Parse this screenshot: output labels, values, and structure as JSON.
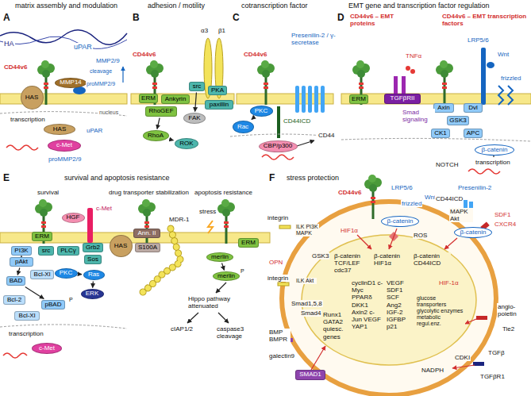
{
  "diagram": {
    "nodes": [
      {
        "text": [
          "HAS"
        ]
      },
      {
        "text": [
          "MMP14"
        ]
      },
      {
        "text": [
          "HAS"
        ]
      },
      {
        "text": [
          "c-Met"
        ]
      },
      {
        "text": [
          "ERM"
        ]
      },
      {
        "text": [
          "RhoGEF"
        ]
      },
      {
        "text": [
          "Ankyrin"
        ]
      },
      {
        "text": [
          "src"
        ]
      },
      {
        "text": [
          "FAK"
        ]
      },
      {
        "text": [
          "PKA"
        ]
      },
      {
        "text": [
          "paxillin"
        ]
      },
      {
        "text": [
          "RhoA"
        ]
      },
      {
        "text": [
          "ROK"
        ]
      },
      {
        "text": [
          "PKC"
        ]
      },
      {
        "text": [
          "Rac"
        ]
      },
      {
        "text": [
          "CBP/p300"
        ]
      },
      {
        "text": [
          "ERM"
        ]
      },
      {
        "text": [
          "TGFβRII"
        ]
      },
      {
        "text": [
          "Axin"
        ]
      },
      {
        "text": [
          "Dvl"
        ]
      },
      {
        "text": [
          "GSK3"
        ]
      },
      {
        "text": [
          "CK1"
        ]
      },
      {
        "text": [
          "APC"
        ]
      },
      {
        "text": [
          "β-catenin"
        ]
      },
      {
        "text": [
          "HGF"
        ]
      },
      {
        "text": [
          "PI3K"
        ]
      },
      {
        "text": [
          "pAkt"
        ]
      },
      {
        "text": [
          "src"
        ]
      },
      {
        "text": [
          "PLCγ"
        ]
      },
      {
        "text": [
          "Grb2"
        ]
      },
      {
        "text": [
          "Sos"
        ]
      },
      {
        "text": [
          "PKC"
        ]
      },
      {
        "text": [
          "Ras"
        ]
      },
      {
        "text": [
          "ERK"
        ]
      },
      {
        "text": [
          "BAD"
        ]
      },
      {
        "text": [
          "Bcl-Xl"
        ]
      },
      {
        "text": [
          "Bcl-2"
        ]
      },
      {
        "text": [
          "pBAD"
        ]
      },
      {
        "text": [
          "Bcl-Xl"
        ]
      },
      {
        "text": [
          "c-Met"
        ]
      },
      {
        "text": [
          "HAS"
        ]
      },
      {
        "text": [
          "Ann. II"
        ]
      },
      {
        "text": [
          "S100A"
        ]
      },
      {
        "text": [
          "ERM"
        ]
      },
      {
        "text": [
          "merlin"
        ]
      },
      {
        "text": [
          "merlin"
        ]
      },
      {
        "text": [
          "ERM"
        ]
      },
      {
        "text": [
          "β-catenin"
        ]
      },
      {
        "text": [
          "β-catenin"
        ]
      },
      {
        "text": [
          "SMAD1"
        ]
      }
    ],
    "edges": [
      {
        "from": 13,
        "to": 14,
        "arrow": "to"
      },
      {
        "from": 7,
        "to": 8,
        "arrow": "to"
      },
      {
        "from": 5,
        "to": 11,
        "arrow": "to"
      },
      {
        "from": 11,
        "to": 12,
        "arrow": "to"
      },
      {
        "from": 25,
        "to": 26,
        "arrow": "to"
      },
      {
        "from": 26,
        "to": 34,
        "arrow": "to"
      },
      {
        "from": 34,
        "to": 37,
        "arrow": "to"
      },
      {
        "from": 31,
        "to": 32,
        "arrow": "to"
      },
      {
        "from": 32,
        "to": 33,
        "arrow": "to"
      },
      {
        "from": 44,
        "to": 45,
        "arrow": "to"
      }
    ],
    "labels": [
      "A",
      "matrix assembly and modulation",
      "HA",
      "uPAR",
      "MMP2/9",
      "cleavage",
      "CD44v6",
      "proMMP2/9",
      "transcription",
      "nucleus",
      "uPAR",
      "proMMP2/9",
      "B",
      "adhesion / motility",
      "CD44v6",
      "α3",
      "β1",
      "C",
      "cotranscription factor",
      "CD44v6",
      "Presenilin-2 / γ-secretase",
      "CD44ICD",
      "CD44",
      "D",
      "EMT gene and transcription factor regulation",
      "CD44v6 – EMT proteins",
      "CD44v6 – EMT transcription factors",
      "TNFα",
      "Smad signaling",
      "LRP5/6",
      "Wnt",
      "frizzled",
      "transcription",
      "NOTCH",
      "E",
      "survival and apoptosis resistance",
      "survival",
      "drug transporter stabilization",
      "apoptosis resistance",
      "c-Met",
      "P",
      "transcription",
      "MDR-1",
      "stress",
      "P",
      "Hippo pathway attenuated",
      "cIAP1/2",
      "caspase3 cleavage",
      "F",
      "stress protection",
      "CD44v6",
      "LRP5/6",
      "Wnt",
      "frizzled",
      "HIF1α",
      "Presenilin-2",
      "CD44ICD",
      "MAPK Akt",
      "SDF1",
      "CXCR4",
      "integrin",
      "ILK PI3K MAPK",
      "GSK3",
      "ROS",
      "OPN",
      "integrin",
      "ILK Akt",
      "Smad1,5,8",
      "Smad4",
      "BMP BMPR",
      "galectin9",
      "β-catenin TCF/LEF cdc37",
      "β-catenin HIF1α",
      "β-catenin CD44ICD",
      "HIF-1α",
      "Runx1 GATA2 quiesc. genes",
      "cyclinD1 c-Myc PPARδ DKK1 Axin2 c-Jun VEGF YAP1",
      "VEGF SDF1 SCF Ang2 IGF-2 IGFBP p21",
      "glucose transporters glycolytic enzymes metabolic regul.enz.",
      "angio-poietin",
      "Tie2",
      "CDKI",
      "NADPH",
      "TGFβ",
      "TGFβR1"
    ]
  }
}
